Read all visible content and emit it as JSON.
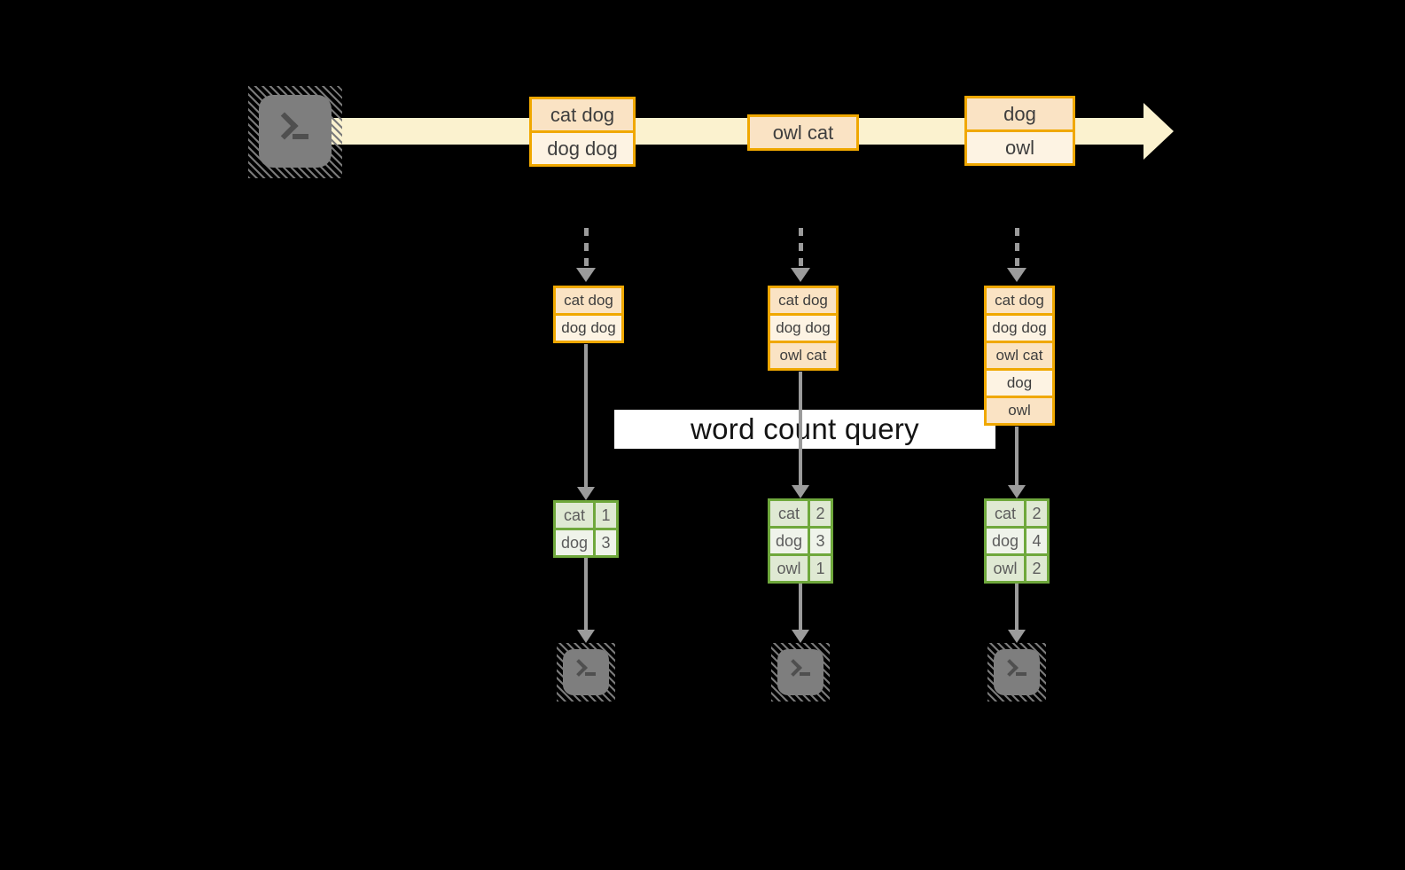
{
  "diagram": {
    "query_label": "word count query"
  },
  "stream": {
    "batches": [
      {
        "cells": [
          "cat dog",
          "dog dog"
        ]
      },
      {
        "cells": [
          "owl cat"
        ]
      },
      {
        "cells": [
          "dog",
          "owl"
        ]
      }
    ]
  },
  "states": [
    {
      "cells": [
        "cat dog",
        "dog dog"
      ]
    },
    {
      "cells": [
        "cat dog",
        "dog dog",
        "owl cat"
      ]
    },
    {
      "cells": [
        "cat dog",
        "dog dog",
        "owl cat",
        "dog",
        "owl"
      ]
    }
  ],
  "results": [
    {
      "rows": [
        [
          "cat",
          "1"
        ],
        [
          "dog",
          "3"
        ]
      ]
    },
    {
      "rows": [
        [
          "cat",
          "2"
        ],
        [
          "dog",
          "3"
        ],
        [
          "owl",
          "1"
        ]
      ]
    },
    {
      "rows": [
        [
          "cat",
          "2"
        ],
        [
          "dog",
          "4"
        ],
        [
          "owl",
          "2"
        ]
      ]
    }
  ],
  "colors": {
    "background": "#000000",
    "stream_band": "#FBF2CF",
    "box_border": "#F0A800",
    "cell_peach": "#FAE3C4",
    "cell_cream": "#FDF3E3",
    "table_border": "#6FA83C",
    "row_green_dark": "#DFE9D3",
    "row_green_light": "#EFF3EA",
    "arrow_gray": "#9B9B9B",
    "terminal_gray": "#7E7E7E",
    "banner_background": "#FFFFFF"
  }
}
